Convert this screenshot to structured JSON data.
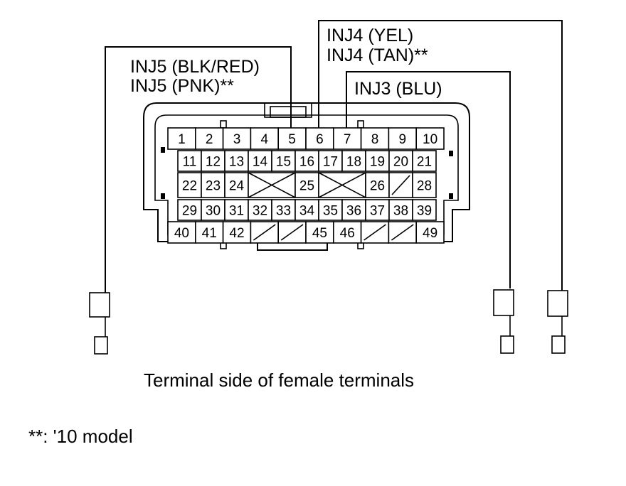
{
  "labels": {
    "inj5_line1": "INJ5 (BLK/RED)",
    "inj5_line2": "INJ5 (PNK)**",
    "inj4_line1": "INJ4 (YEL)",
    "inj4_line2": "INJ4 (TAN)**",
    "inj3": "INJ3 (BLU)"
  },
  "caption": "Terminal side of female terminals",
  "footnote": "**: '10 model",
  "connector": {
    "row1": [
      "1",
      "2",
      "3",
      "4",
      "5",
      "6",
      "7",
      "8",
      "9",
      "10"
    ],
    "row2": [
      "11",
      "12",
      "13",
      "14",
      "15",
      "16",
      "17",
      "18",
      "19",
      "20",
      "21"
    ],
    "row3": [
      "22",
      "23",
      "24",
      "",
      "25",
      "",
      "26",
      "",
      "28"
    ],
    "row4": [
      "29",
      "30",
      "31",
      "32",
      "33",
      "34",
      "35",
      "36",
      "37",
      "38",
      "39"
    ],
    "row5": [
      "40",
      "41",
      "42",
      "",
      "",
      "45",
      "46",
      "",
      "",
      "49"
    ]
  }
}
